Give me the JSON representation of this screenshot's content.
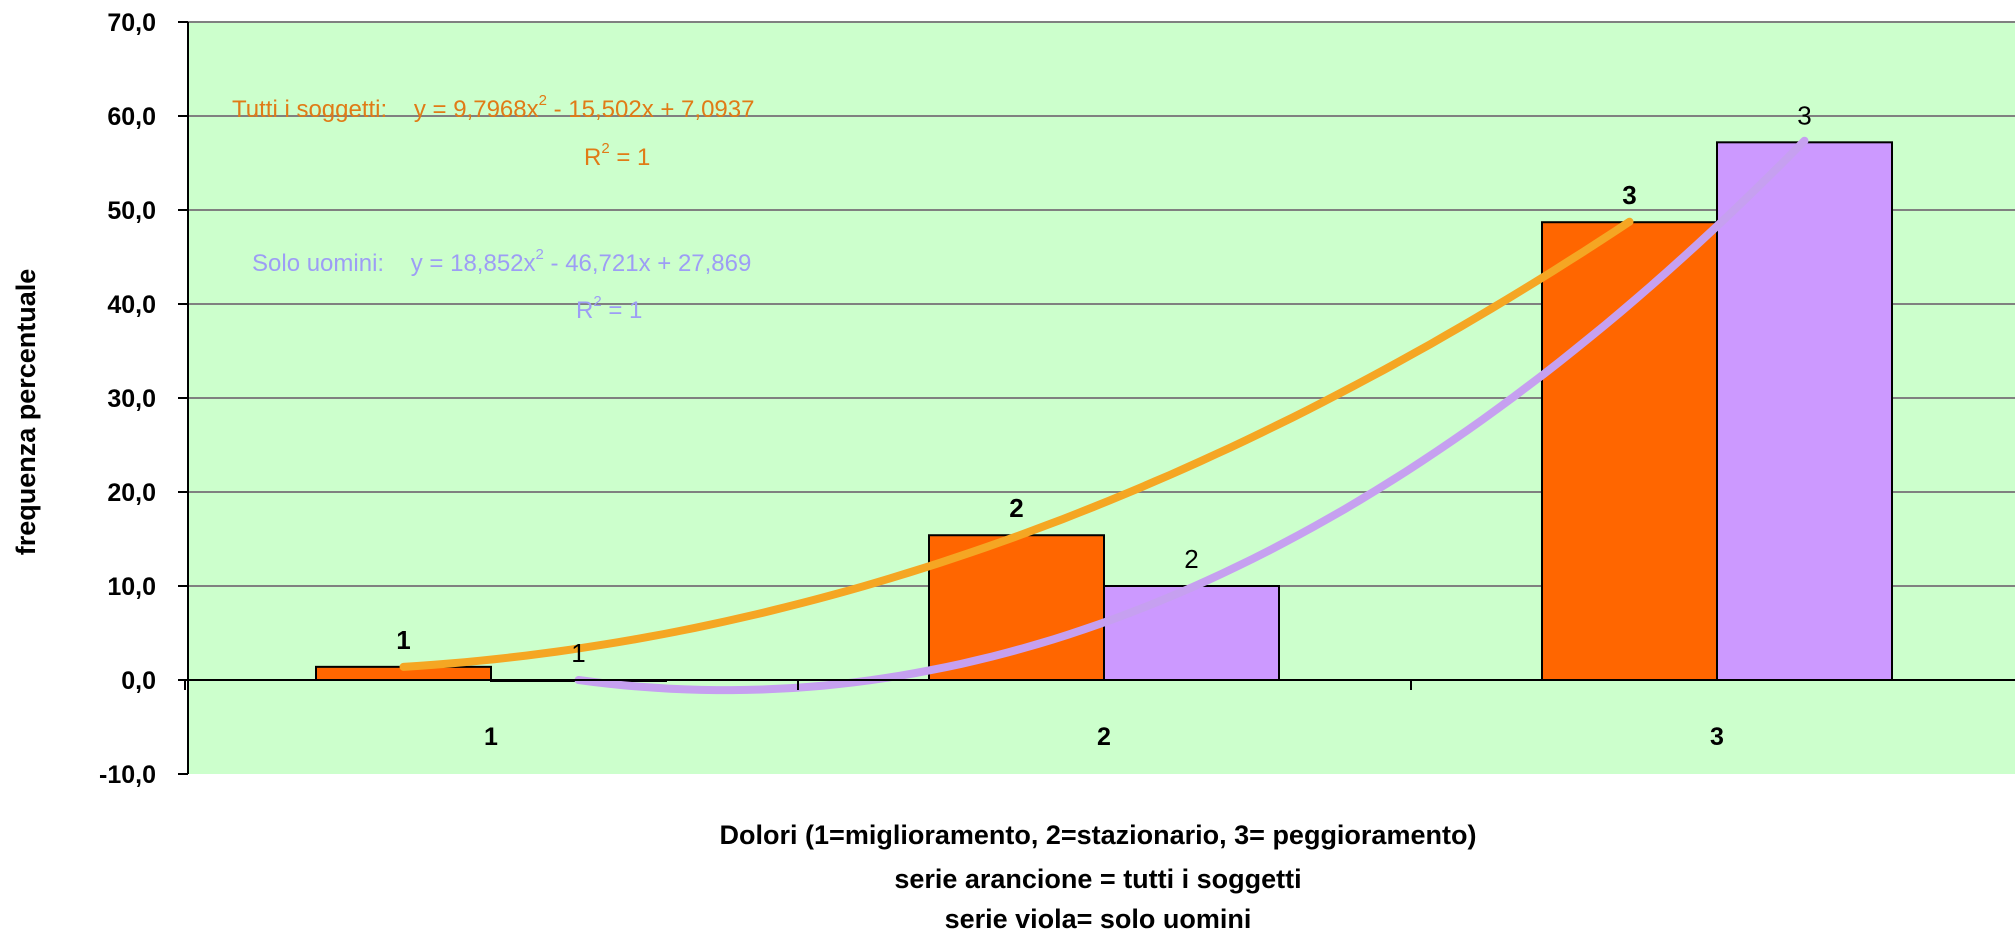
{
  "chart_data": {
    "type": "bar",
    "ylabel": "frequenza percentuale",
    "xlabel_lines": [
      "Dolori (1=miglioramento, 2=stazionario, 3= peggioramento)",
      "serie arancione = tutti i soggetti",
      "serie viola= solo uomini"
    ],
    "categories": [
      "1",
      "2",
      "3"
    ],
    "ylim": [
      -10,
      70
    ],
    "ytick_labels": [
      "-10,0",
      "0,0",
      "10,0",
      "20,0",
      "30,0",
      "40,0",
      "50,0",
      "60,0",
      "70,0"
    ],
    "grid": true,
    "series": [
      {
        "key": "tutti",
        "color": "#ff6600",
        "trend_color": "#f5a623",
        "values": [
          1.4,
          15.4,
          48.7
        ],
        "data_labels": [
          "1",
          "2",
          "3"
        ]
      },
      {
        "key": "uomini",
        "color": "#cc99ff",
        "trend_color": "#c6a0f0",
        "values": [
          0.0,
          10.0,
          57.2
        ],
        "data_labels": [
          "1",
          "2",
          "3"
        ]
      }
    ],
    "annotations": {
      "tutti_label": "Tutti i soggetti:",
      "tutti_equation": "y = 9,7968x",
      "tutti_equation_rest": " - 15,502x + 7,0937",
      "tutti_r2": "R",
      "tutti_r2_rest": " = 1",
      "uomini_label": "Solo uomini:",
      "uomini_equation": "y = 18,852x",
      "uomini_equation_rest": " - 46,721x + 27,869",
      "uomini_r2": "R",
      "uomini_r2_rest": " = 1",
      "superscript": "2"
    },
    "trendlines": [
      {
        "series": "tutti",
        "a": 9.7968,
        "b": -15.502,
        "c": 7.0937
      },
      {
        "series": "uomini",
        "a": 18.852,
        "b": -46.721,
        "c": 27.869
      }
    ],
    "colors": {
      "plot_background": "#ccffcc",
      "gridline": "#808080",
      "eq_tutti": "#e07b16",
      "eq_uomini": "#9d9df5"
    }
  }
}
